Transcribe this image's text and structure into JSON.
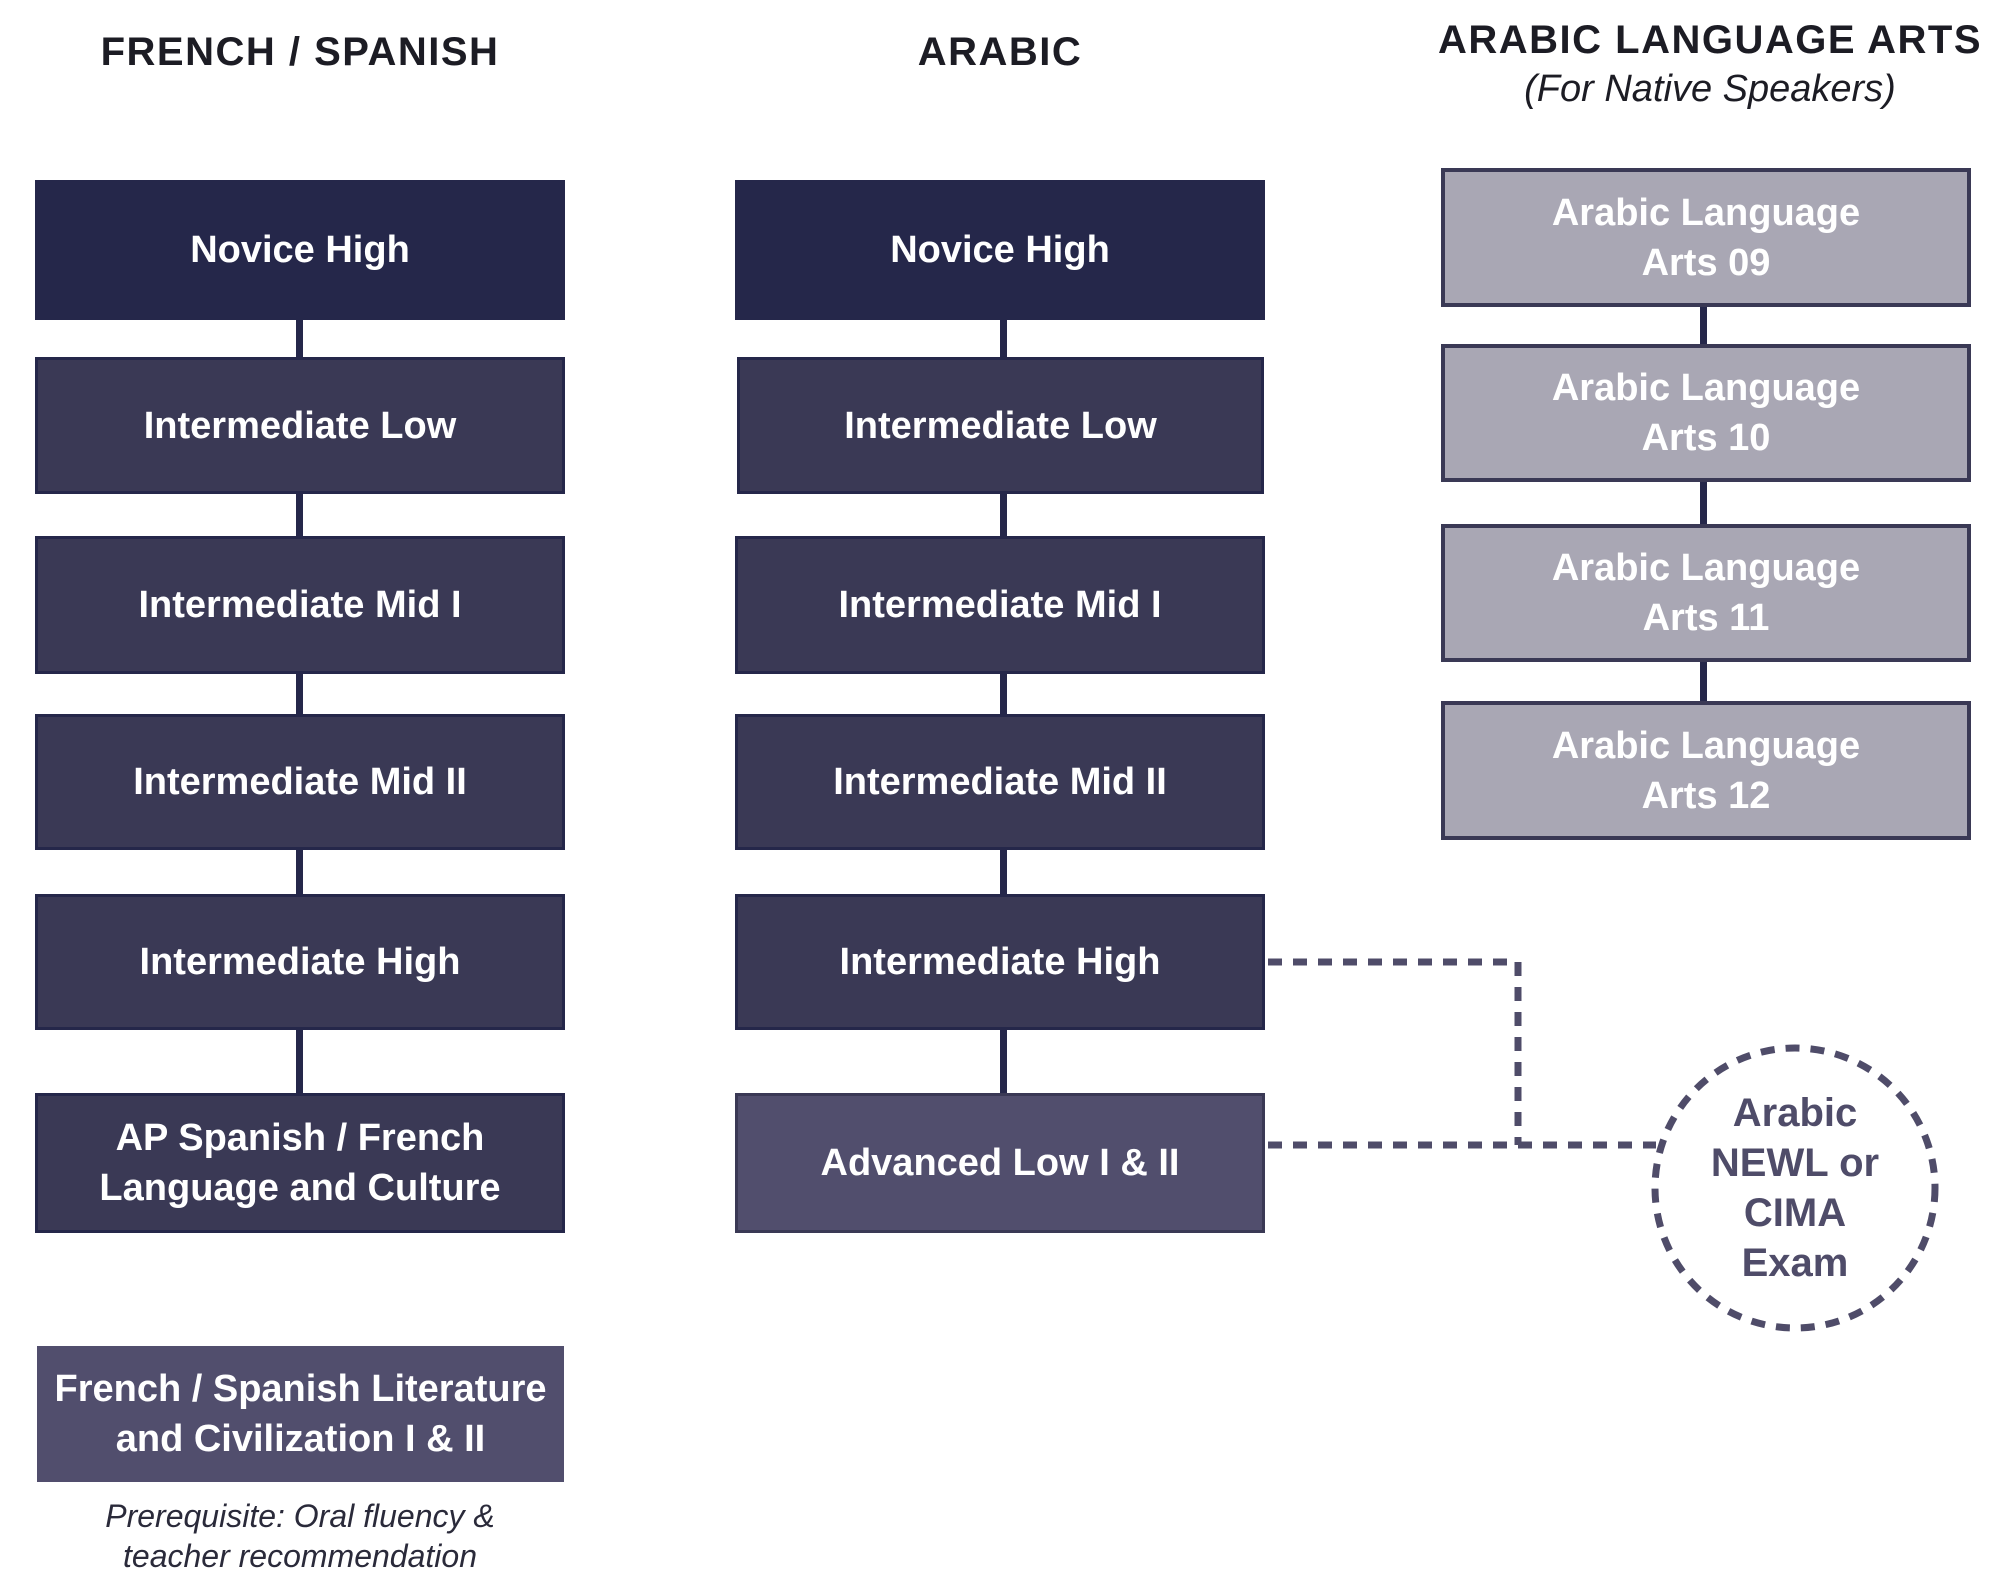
{
  "columns": {
    "french_spanish": {
      "heading": "FRENCH / SPANISH",
      "levels": [
        "Novice High",
        "Intermediate Low",
        "Intermediate Mid I",
        "Intermediate Mid II",
        "Intermediate High",
        "AP Spanish / French\nLanguage and Culture"
      ],
      "literature": "French / Spanish Literature\nand Civilization I & II",
      "prerequisite": "Prerequisite: Oral fluency &\nteacher recommendation"
    },
    "arabic": {
      "heading": "ARABIC",
      "levels": [
        "Novice High",
        "Intermediate Low",
        "Intermediate Mid I",
        "Intermediate Mid II",
        "Intermediate High",
        "Advanced Low I & II"
      ]
    },
    "arabic_language_arts": {
      "heading": "ARABIC LANGUAGE ARTS",
      "subheading": "(For Native Speakers)",
      "levels": [
        "Arabic Language\nArts 09",
        "Arabic Language\nArts 10",
        "Arabic Language\nArts 11",
        "Arabic Language\nArts 12"
      ]
    }
  },
  "exam": {
    "label": "Arabic\nNEWL or\nCIMA\nExam"
  },
  "colors": {
    "dark_navy": "#25274a",
    "slate": "#3a3955",
    "light_slate": "#514e6d",
    "grey": "#a9a7b4",
    "exam_text": "#4f4c69"
  }
}
